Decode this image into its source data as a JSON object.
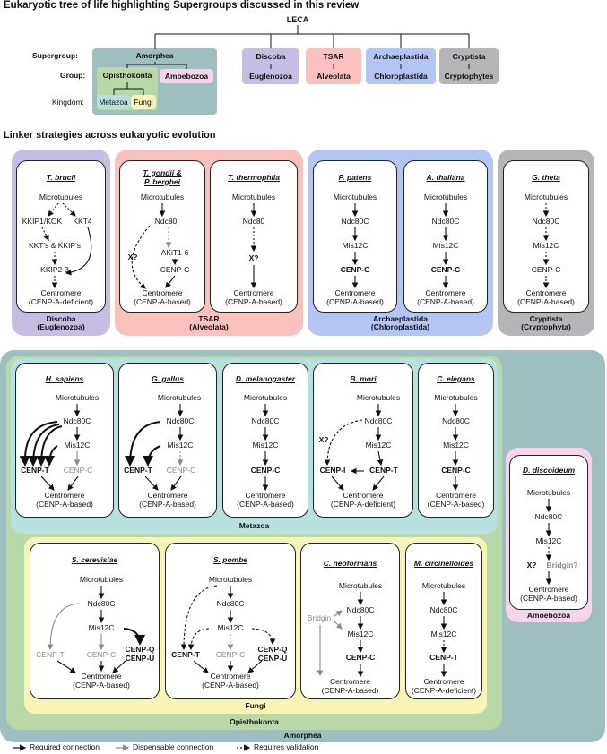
{
  "colors": {
    "amorphea": "#9dbfc0",
    "opisthokonta": "#b9d8a7",
    "metazoa": "#b7e1df",
    "fungi": "#f7f4b7",
    "amoebozoa": "#f6d5ea",
    "discoba": "#c6bde4",
    "tsar": "#f9c1bd",
    "archaeplastida": "#b3c6f3",
    "cryptista": "#b5b5b8",
    "gray": "#8a8a8a"
  },
  "title": "Eukaryotic tree of life highlighting Supergroups discussed in this review",
  "tree": {
    "root": "LECA",
    "supergroup_label": "Supergroup:",
    "group_label": "Group:",
    "kingdom_label": "Kingdom:",
    "amorphea": "Amorphea",
    "opisthokonta": "Opisthokonta",
    "amoebozoa": "Amoebozoa",
    "metazoa": "Metazoa",
    "fungi": "Fungi",
    "discoba": "Discoba",
    "euglenozoa": "Euglenozoa",
    "tsar": "TSAR",
    "alveolata": "Alveolata",
    "archaeplastida": "Archaeplastida",
    "chloroplastida": "Chloroplastida",
    "cryptista": "Cryptista",
    "cryptophytes": "Cryptophytes"
  },
  "subtitle": "Linker strategies across eukaryotic evolution",
  "common": {
    "microtubules": "Microtubules",
    "centromere": "Centromere",
    "ndc80c": "Ndc80C",
    "ndc80": "Ndc80",
    "mis12c": "Mis12C",
    "cenpc": "CENP-C",
    "cenpt": "CENP-T",
    "cenpi": "CENP-I",
    "cenpq": "CENP-Q",
    "cenpu": "CENP-U",
    "x": "X?",
    "bridgin": "Bridgin",
    "bridgin_q": "Bridgin?",
    "a_based": "(CENP-A-based)",
    "a_deficient": "(CENP-A-deficient)"
  },
  "species": {
    "tbrucii": "T. brucii",
    "tgondii": "T. gondii &",
    "pberghei": "P. berghei",
    "tthermophila": "T. thermophila",
    "ppatens": "P. patens",
    "athaliana": "A. thaliana",
    "gtheta": "G. theta",
    "hsapiens": "H. sapiens",
    "ggallus": "G. gallus",
    "dmelanogaster": "D. melanogaster",
    "bmori": "B. mori",
    "celegans": "C. elegans",
    "ddiscoideum": "D. discoideum",
    "scerevisiae": "S. cerevisiae",
    "spombe": "S. pombe",
    "cneoformans": "C. neoformans",
    "mcircinelloides": "M. circinelloides"
  },
  "tbrucii_nodes": {
    "kkip1": "KKIP1/KOK",
    "kkt4": "KKT4",
    "kkts": "KKT's & KKIP's",
    "kkip2": "KKIP2-3"
  },
  "akit": "AKiT1-6",
  "footers": {
    "discoba": "Discoba",
    "discoba_sub": "(Euglenozoa)",
    "tsar": "TSAR",
    "tsar_sub": "(Alveolata)",
    "archaeplastida": "Archaeplastida",
    "archaeplastida_sub": "(Chloroplastida)",
    "cryptista": "Cryptista",
    "cryptista_sub": "(Cryptophyta)",
    "metazoa": "Metazoa",
    "fungi": "Fungi",
    "opisthokonta": "Opisthokonta",
    "amorphea": "Amorphea",
    "amoebozoa": "Amoebozoa"
  },
  "legend": {
    "required": "Required connection",
    "dispensable": "Dispensable connection",
    "validation": "Requires validation"
  }
}
